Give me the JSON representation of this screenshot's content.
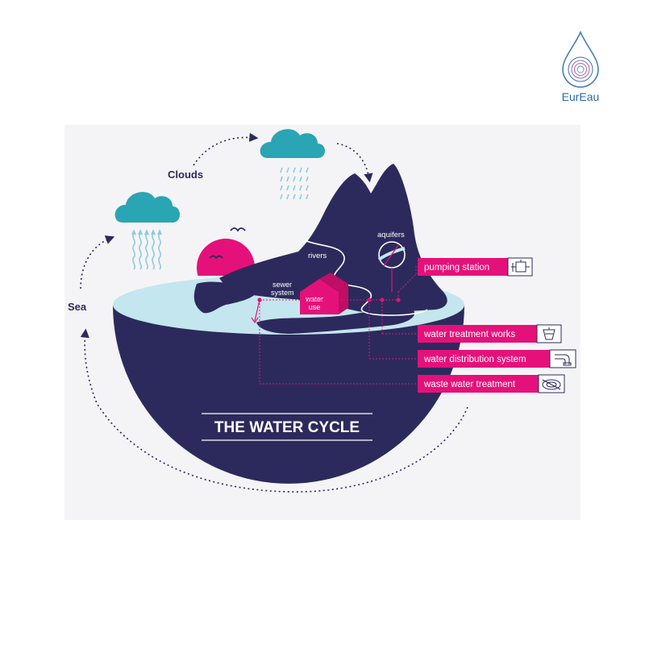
{
  "brand": {
    "name": "EurEau"
  },
  "diagram": {
    "title": "THE WATER CYCLE",
    "labels": {
      "clouds": "Clouds",
      "sea": "Sea",
      "rivers": "rivers",
      "aquifers": "aquifers",
      "sewer_line1": "sewer",
      "sewer_line2": "system",
      "water_use_line1": "water",
      "water_use_line2": "use"
    },
    "facilities": [
      {
        "label": "pumping station",
        "icon": "pump-icon"
      },
      {
        "label": "water treatment works",
        "icon": "treatment-tank-icon"
      },
      {
        "label": "water distribution system",
        "icon": "pipe-icon"
      },
      {
        "label": "waste water treatment",
        "icon": "clarifier-icon"
      }
    ]
  },
  "colors": {
    "navy": "#2c2a5c",
    "magenta": "#e5117a",
    "water_light": "#c4e6ee",
    "cloud_teal": "#2aa5b3",
    "rain_blue": "#8fcbdc",
    "panel_bg": "#f4f4f6"
  }
}
